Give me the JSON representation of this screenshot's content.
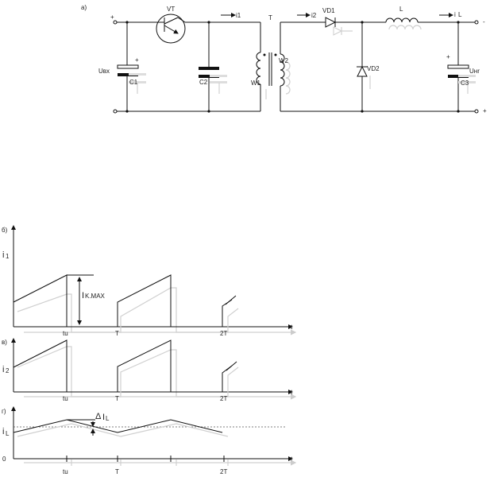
{
  "panels": {
    "a": "а)",
    "b": "б)",
    "c": "в)",
    "d": "г)"
  },
  "circuit": {
    "vt": "VT",
    "i1": "i1",
    "t_core": "T",
    "i2": "i2",
    "vd1": "VD1",
    "l": "L",
    "il_i": "i",
    "il_sub": "L",
    "uvx": "Uвх",
    "c1": "C1",
    "c2": "C2",
    "w1": "W1",
    "w2": "W2",
    "vd2": "VD2",
    "unr": "Uнr",
    "c3": "C3",
    "plus": "+",
    "minus": "-",
    "plus_small": "+"
  },
  "graph_b": {
    "ylabel_i": "i",
    "ylabel_sub": "1",
    "kmax_i": "I",
    "kmax_sub": "K.MAX",
    "x_tu": "tu",
    "x_T": "T",
    "x_2T": "2T",
    "axis": "t"
  },
  "graph_c": {
    "ylabel_i": "i",
    "ylabel_sub": "2",
    "x_tu": "tu",
    "x_T": "T",
    "x_2T": "2T",
    "axis": "t"
  },
  "graph_d": {
    "ylabel_i": "i",
    "ylabel_sub": "L",
    "delta": "Δ",
    "delta_i": "I",
    "delta_sub": "L",
    "zero": "0",
    "x_tu": "tu",
    "x_T": "T",
    "x_2T": "2T",
    "axis": "t"
  }
}
